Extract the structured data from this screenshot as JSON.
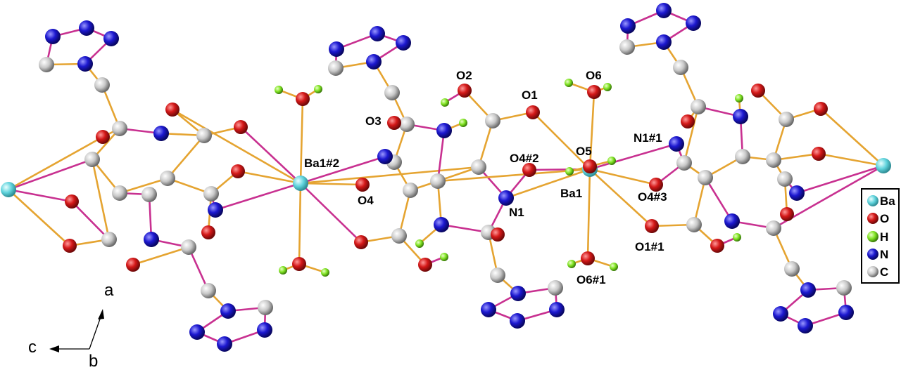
{
  "atom_labels": {
    "o2": "O2",
    "o1": "O1",
    "o6": "O6",
    "o3": "O3",
    "ba1_2": "Ba1#2",
    "o5": "O5",
    "n1_1": "N1#1",
    "o4_2": "O4#2",
    "o4": "O4",
    "ba1": "Ba1",
    "n1": "N1",
    "o4_3": "O4#3",
    "o1_1": "O1#1",
    "o6_1": "O6#1"
  },
  "axes": {
    "a": "a",
    "b": "b",
    "c": "c"
  },
  "legend": [
    {
      "symbol": "Ba",
      "color": "#5FD3DC"
    },
    {
      "symbol": "O",
      "color": "#D41818"
    },
    {
      "symbol": "H",
      "color": "#7FE321"
    },
    {
      "symbol": "N",
      "color": "#1C18D0"
    },
    {
      "symbol": "C",
      "color": "#C8C8C8"
    }
  ],
  "bond_colors": {
    "gold": "#E5A431",
    "magenta": "#C83090"
  }
}
